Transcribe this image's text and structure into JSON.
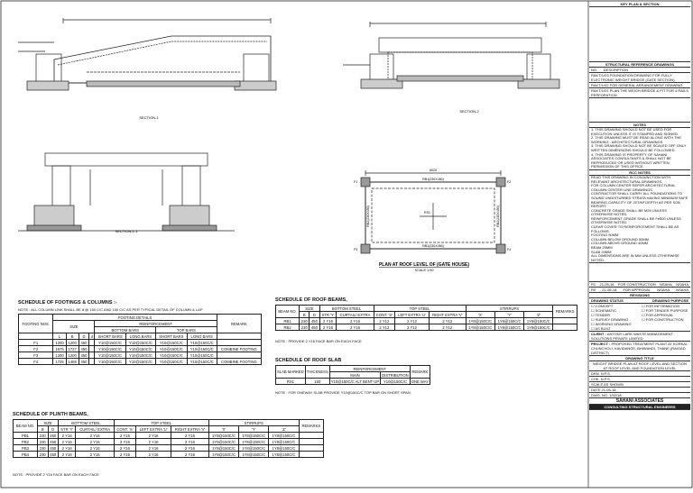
{
  "sections": {
    "sec_top_left": "SECTION-1",
    "sec_top_right": "SECTION-2",
    "sec_mid_left": "SECTION-1-1"
  },
  "plan": {
    "title": "PLAN AT ROOF LEVEL OF (GATE HOUSE)",
    "scale": "SCALE 1:50",
    "beam_top": "RB1(230X450)",
    "beam_bottom": "RB1(230X450)",
    "beam_left": "RB2(230X450)",
    "beam_right": "RB2(230X450)",
    "slab": "RS1",
    "dim_top": "6020",
    "col_tl": "F1",
    "col_tr": "F2",
    "col_bl": "F3",
    "col_br": "F4"
  },
  "footings": {
    "title": "SCHEDULE OF FOOTINGS & COLUMNS :-",
    "note": "NOTE : ALL COLUMN LINK SHALL BE 8 @ 150 C/C AND 150 C/C AS PER TYPICAL DETAIL OF COLUMN & LAP",
    "h_no": "FOOTING NOS.",
    "h_details": "FOOTING DETAILS",
    "h_size": "SIZE",
    "h_reinf": "REINFORCEMENT",
    "h_bottom": "BOTTOM BARS",
    "h_top": "TOP BARS",
    "h_remark": "REMARK",
    "h_short": "SHORT BARS",
    "h_long": "LONG BARS",
    "h_L": "L",
    "h_B": "B",
    "h_D": "D",
    "h_d": "d",
    "rows": [
      {
        "no": "F1",
        "L": "1200",
        "B": "1200",
        "D": "450",
        "d": "",
        "sb": "Y10@150C/C",
        "lb": "Y10@150C/C",
        "st": "Y10@150C/C",
        "lt": "Y10@150C/C",
        "remark": ""
      },
      {
        "no": "F2",
        "L": "1675",
        "B": "1727",
        "D": "450",
        "d": "",
        "sb": "Y10@150C/C",
        "lb": "Y10@150C/C",
        "st": "Y10@150C/C",
        "lt": "Y10@150C/C",
        "remark": "COMBINE FOOTING"
      },
      {
        "no": "F3",
        "L": "1200",
        "B": "1200",
        "D": "450",
        "d": "",
        "sb": "Y10@150C/C",
        "lb": "Y10@150C/C",
        "st": "Y10@150C/C",
        "lt": "Y10@150C/C",
        "remark": ""
      },
      {
        "no": "F4",
        "L": "1725",
        "B": "1468",
        "D": "450",
        "d": "",
        "sb": "Y10@150C/C",
        "lb": "Y10@150C/C",
        "st": "Y10@150C/C",
        "lt": "Y10@150C/C",
        "remark": "COMBINE FOOTING"
      }
    ]
  },
  "plinth": {
    "title": "SCHEDULE OF PLINTH BEAMS,",
    "note": "NOTE : PROVIDE 2 Y16 FACE BAR ON EACH FACE",
    "h_no": "BEAM NO.",
    "h_size": "SIZE",
    "h_bottom": "BOTTOM STEEL",
    "h_top": "TOP STEEL",
    "h_stirrups": "STIRRUPS",
    "h_remarks": "REMARKS",
    "h_B": "B",
    "h_D": "D",
    "h_str": "STR 'Y'",
    "h_curt": "CURTAIL/ EXTRA",
    "h_cont": "CONT. 'S'",
    "h_left": "LEFT EXTRA 'U'",
    "h_right": "RIGHT EXTRA 'V'",
    "h_x": "'X'",
    "h_y": "'Y'",
    "h_z": "'Z'",
    "rows": [
      {
        "no": "PB1",
        "B": "230",
        "D": "450",
        "str": "2 Y16",
        "curt": "2 Y16",
        "cont": "2 Y16",
        "left": "2 Y16",
        "right": "2 Y16",
        "x": "1Y8@150C/C",
        "y": "1Y8@150C/C",
        "z": "1Y8@150C/C"
      },
      {
        "no": "PB2",
        "B": "230",
        "D": "450",
        "str": "2 Y16",
        "curt": "2 Y16",
        "cont": "2 Y16",
        "left": "2 Y16",
        "right": "2 Y16",
        "x": "1Y8@150C/C",
        "y": "1Y8@150C/C",
        "z": "1Y8@150C/C"
      },
      {
        "no": "PB3",
        "B": "230",
        "D": "450",
        "str": "2 Y16",
        "curt": "2 Y16",
        "cont": "2 Y16",
        "left": "2 Y16",
        "right": "2 Y16",
        "x": "1Y8@150C/C",
        "y": "1Y8@150C/C",
        "z": "1Y8@150C/C"
      },
      {
        "no": "PB4",
        "B": "230",
        "D": "450",
        "str": "2 Y16",
        "curt": "2 Y16",
        "cont": "2 Y16",
        "left": "2 Y16",
        "right": "2 Y16",
        "x": "1Y8@150C/C",
        "y": "1Y8@150C/C",
        "z": "1Y8@150C/C"
      }
    ]
  },
  "roofbeams": {
    "title": "SCHEDULE OF ROOF BEAMS,",
    "note": "NOTE : PROVIDE 2 Y16 FACE BAR ON EACH FACE",
    "h_no": "BEAM NO.",
    "h_size": "SIZE",
    "h_bottom": "BOTTOM STEEL",
    "h_top": "TOP STEEL",
    "h_stirrups": "STIRRUPS",
    "h_remarks": "REMARKS",
    "h_B": "B",
    "h_D": "D",
    "h_str": "STR 'Y'",
    "h_curt": "CURTAIL/ EXTRA",
    "h_cont": "CONT. 'S'",
    "h_left": "LEFT EXTRA 'U'",
    "h_right": "RIGHT EXTRA 'V'",
    "h_x": "'X'",
    "h_y": "'Y'",
    "h_z": "'Z'",
    "rows": [
      {
        "no": "RB1",
        "B": "230",
        "D": "450",
        "str": "2 Y16",
        "curt": "2 Y16",
        "cont": "2 Y12",
        "left": "2 Y12",
        "right": "2 Y12",
        "x": "1Y8@150C/C",
        "y": "1Y8@150C/C",
        "z": "1Y8@150C/C"
      },
      {
        "no": "RB2",
        "B": "230",
        "D": "450",
        "str": "2 Y16",
        "curt": "2 Y16",
        "cont": "2 Y12",
        "left": "2 Y12",
        "right": "2 Y12",
        "x": "1Y8@150C/C",
        "y": "1Y8@150C/C",
        "z": "1Y8@150C/C"
      }
    ]
  },
  "roofslab": {
    "title": "SCHEDULE OF ROOF SLAB",
    "note": "NOTE : FOR ONEWAY SLAB PROVIDE Y10@150C/C TOP BAR ON SHORT SPAN",
    "h_mark": "SLAB MARKED",
    "h_thick": "THICKNESS",
    "h_reinf": "REINFORCEMENT",
    "h_main": "MAIN",
    "h_dist": "DISTRIBUTION",
    "h_remark": "REMARK",
    "rows": [
      {
        "mark": "RS1",
        "thick": "150",
        "main": "Y10@150C/C ALT BENT UP",
        "dist": "Y10@150C/C",
        "remark": "ONE WAY"
      }
    ]
  },
  "titleblock": {
    "key_plan": "KEY PLAN & SECTION",
    "ref_title": "STRUCTURAL REFERENCE DRAWINGS",
    "h_no": "NO.",
    "h_desc": "DESCRIPTION",
    "refs": [
      {
        "no": "RAKT/1/03",
        "desc": "FOUNDATION DRAWING FOR FULLY ELECTRONIC WEIGHT BRIDGE (GATE SECTION)"
      },
      {
        "no": "RAKT/1/02",
        "desc": "FOR GENERAL ARRANGEMENT DRAWING"
      },
      {
        "no": "RAKT/1/01",
        "desc": "PLAN THE WEIGH BRIDGE & PIT FOR 4 RAILS PERFORATION"
      }
    ],
    "notes_title": "NOTES",
    "notes": [
      "1. THIS DRAWING SHOULD NOT BE USED FOR EXECUTION UNLESS IT IS STAMPED AND SIGNED.",
      "2. THIS DRAWING MUST BE READ ALONG WITH THE WORKING - ARCHITECTURAL DRAWINGS.",
      "3. THIS DRAWING SHOULD NOT BE SCALED OFF ONLY WRITTEN DIMENSIONS SHOULD BE FOLLOWED.",
      "4. THIS DRAWING IS PROPERTY OF SAHANI ASSOCIATES CONSULTANTS & SHALL NOT BE REPRODUCED OR USED WITHOUT WRITTEN PERMISSION OF THIS OFFICE."
    ],
    "rcc_title": "RCC NOTES",
    "rcc_notes": [
      "READ THIS DRAWING IN CONJUNCTION WITH RELEVANT ARCHITECTURAL DRAWINGS.",
      "FOR COLUMN CENTER REFER ARCHITECTURAL COLUMN CENTER LINE DRAWINGS.",
      "CONTRACTOR SHALL CARRY ALL FOUNDATIONS TO SOUND UNDISTURBED STRATA HAVING MINIMUM SAFE BEARING CAPACITY OF 20T/M² DEPTH AS PER SOIL REPORT.",
      "CONCRETE GRADE SHALL BE M25 UNLESS OTHERWISE NOTED.",
      "REINFORCEMENT GRADE SHALL BE Fe500 UNLESS OTHERWISE NOTED.",
      "CLEAR COVER TO REINFORCEMENT SHALL BE AS FOLLOWS:",
      "FOOTING 50MM",
      "COLUMN BELOW GROUND 50MM",
      "COLUMN ABOVE GROUND 40MM",
      "BEAM 25MM",
      "SLAB 20MM",
      "ALL DIMENSIONS ARE IN MM UNLESS OTHERWISE NOTED."
    ],
    "revisions_title": "REVISIONS",
    "rev_rows": [
      {
        "r": "R1",
        "date": "21-05-18",
        "desc": "FOR CONSTRUCTION",
        "by": "NSAHA",
        "chk": "NSAHA"
      },
      {
        "r": "R0",
        "date": "21-05-18",
        "desc": "FOR APPROVAL",
        "by": "NSAHA",
        "chk": "NSAHA"
      }
    ],
    "status_title": "DRAWING STATUS",
    "purpose_title": "DRAWING PURPOSE",
    "status_items": [
      "CONCEPT",
      "SCHEMATIC",
      "TENDER",
      "SURVEY DRAWING",
      "WORKING DRAWING",
      "AS BUILT"
    ],
    "purpose_items": [
      "FOR INFORMATION",
      "FOR TENDER PURPOSE",
      "FOR APPROVAL",
      "FOR CONSTRUCTION"
    ],
    "client_label": "CLIENT :",
    "client": "ANTONY LARK WASTE MANAGEMENT SOLUTIONS PRIVATE LIMITED",
    "project_label": "PROJECT :",
    "project": "PROPOSED TREATMENT PLANT AT KORKAI, CHUNCHOLI, KAVIDANGE, BHIWANDI, THANE (RAIGAD DISTRICT)",
    "drawing_title": "DRAWING TITLE",
    "drawing_name": "WEIGHT BRIDGE PLAN AT ROOF LEVEL AND SECTION AT ROOF LEVEL AND FOUNDATION LEVEL",
    "drn": "DRN.",
    "drn_v": "N.P.S.",
    "chk": "CHK.",
    "chk_v": "N.P.S.",
    "scale": "SCALE",
    "scale_v": "AS SHOWN",
    "date": "DATE",
    "date_v": "21-05-18",
    "dwg_no": "DWG. NO.",
    "dwg_no_v": "1/02/18",
    "firm": "SAHANI ASSOCIATES",
    "firm_sub": "CONSULTING STRUCTURAL ENGINEERS"
  }
}
